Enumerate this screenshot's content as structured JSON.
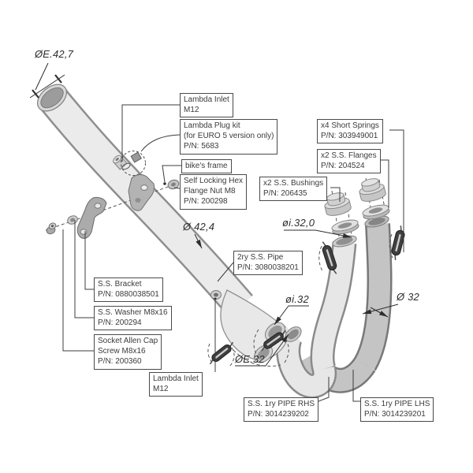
{
  "labels": {
    "lambda_inlet_top": {
      "lines": [
        "Lambda Inlet",
        "M12"
      ]
    },
    "lambda_plug_kit": {
      "lines": [
        "Lambda Plug kit",
        "(for EURO 5 version only)",
        "P/N: 5683"
      ]
    },
    "bikes_frame": {
      "lines": [
        "bike's frame"
      ]
    },
    "self_locking_nut": {
      "lines": [
        "Self Locking Hex",
        "Flange Nut M8",
        "P/N: 200298"
      ]
    },
    "short_springs": {
      "lines": [
        "x4 Short Springs",
        "P/N: 303949001"
      ]
    },
    "ss_flanges": {
      "lines": [
        "x2 S.S. Flanges",
        "P/N: 204524"
      ]
    },
    "ss_bushings": {
      "lines": [
        "x2 S.S. Bushings",
        "P/N: 206435"
      ]
    },
    "ss_bracket": {
      "lines": [
        "S.S. Bracket",
        "P/N: 0880038501"
      ]
    },
    "ss_washer": {
      "lines": [
        "S.S. Washer M8x16",
        "P/N: 200294"
      ]
    },
    "allen_screw": {
      "lines": [
        "Socket Allen Cap",
        "Screw M8x16",
        "P/N: 200360"
      ]
    },
    "secondary_pipe": {
      "lines": [
        "2ry S.S. Pipe",
        "P/N: 3080038201"
      ]
    },
    "lambda_inlet_bottom": {
      "lines": [
        "Lambda Inlet",
        "M12"
      ]
    },
    "pipe_rhs": {
      "lines": [
        "S.S. 1ry PIPE RHS",
        "P/N: 3014239202"
      ]
    },
    "pipe_lhs": {
      "lines": [
        "S.S. 1ry PIPE LHS",
        "P/N: 3014239201"
      ]
    }
  },
  "dimensions": {
    "secondary_pipe_end_outer": "ØE.42,7",
    "secondary_pipe_outer": "Ø 42,4",
    "flange_inner": "øi.32,0",
    "collector_inner": "øi.32",
    "primary_pipe_end_outer": "ØE.32",
    "primary_pipe_outer": "Ø 32"
  },
  "colors": {
    "line": "#3c3c3c",
    "box_border": "#4a4a4a",
    "pipe_light": "#e9e9e9",
    "pipe_dark": "#c4c4c4",
    "spring": "#3f3f3f",
    "background": "#ffffff"
  }
}
